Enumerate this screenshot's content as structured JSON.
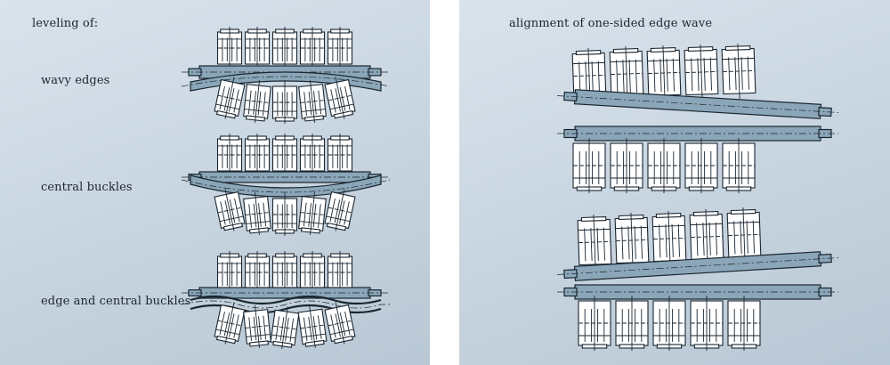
{
  "left_panel": {
    "heading": "leveling of:",
    "cases": [
      {
        "label": "wavy edges"
      },
      {
        "label": "central buckles"
      },
      {
        "label": "edge and central buckles"
      }
    ]
  },
  "right_panel": {
    "heading": "alignment of one-sided edge wave"
  }
}
